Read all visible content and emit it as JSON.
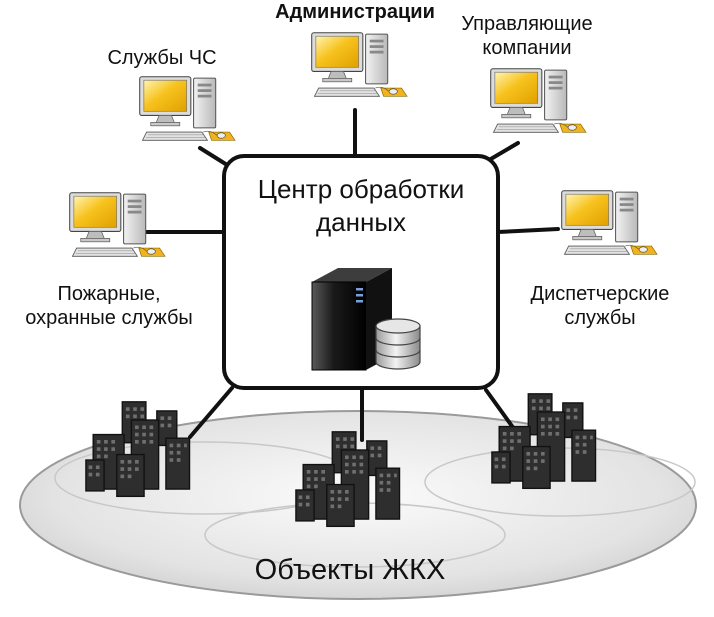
{
  "center": {
    "line1": "Центр обработки",
    "line2": "данных"
  },
  "nodes": {
    "emergency": "Службы ЧС",
    "administration": "Администрации",
    "management_line1": "Управляющие",
    "management_line2": "компании",
    "fire_line1": "Пожарные,",
    "fire_line2": "охранные службы",
    "dispatch_line1": "Диспетчерские",
    "dispatch_line2": "службы"
  },
  "objects": {
    "label": "Объекты ЖКХ"
  },
  "colors": {
    "line": "#111111",
    "center_border": "#111111",
    "ground": "#e6e6e6",
    "screen": "#f7c21e",
    "pc_body": "#d6d6d6",
    "building": "#2e2e2e"
  },
  "icons": {
    "computer": "desktop-computer-icon",
    "server": "server-icon",
    "database": "database-icon",
    "building": "building-cluster-icon"
  }
}
